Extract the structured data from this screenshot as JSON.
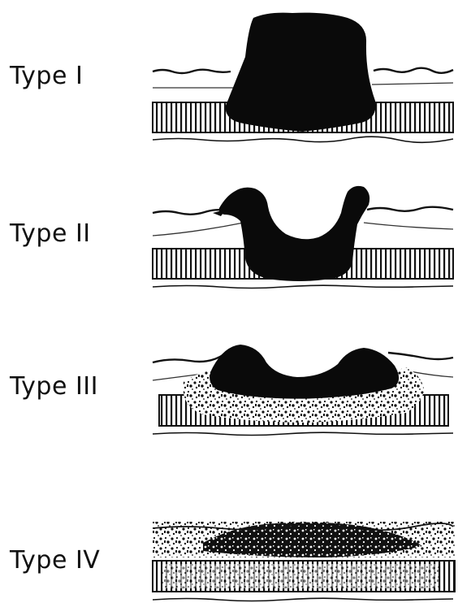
{
  "figure": {
    "rows": [
      {
        "label": "Type I"
      },
      {
        "label": "Type II"
      },
      {
        "label": "Type III"
      },
      {
        "label": "Type IV"
      }
    ]
  }
}
